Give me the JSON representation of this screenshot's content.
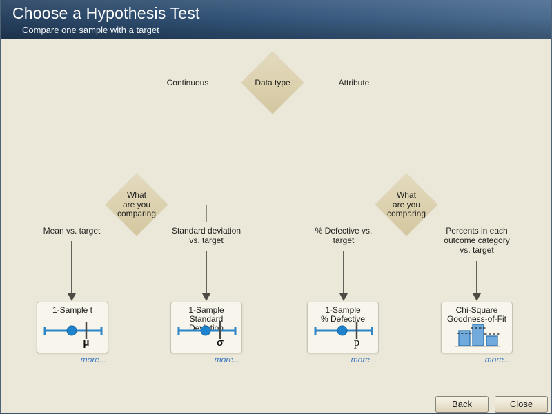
{
  "header": {
    "title": "Choose a Hypothesis Test",
    "subtitle": "Compare one sample with a target"
  },
  "tree": {
    "root_label": "Data type",
    "left_branch_label": "Continuous",
    "right_branch_label": "Attribute",
    "decision_lines": [
      "What",
      "are you",
      "comparing"
    ],
    "leaves": [
      {
        "lines": [
          "Mean vs. target",
          "",
          ""
        ]
      },
      {
        "lines": [
          "Standard deviation",
          "vs. target",
          ""
        ]
      },
      {
        "lines": [
          "% Defective vs.",
          "target",
          ""
        ]
      },
      {
        "lines": [
          "Percents in each",
          "outcome category",
          "vs. target"
        ]
      }
    ]
  },
  "cards": [
    {
      "title_lines": [
        "1-Sample t",
        ""
      ],
      "symbol": "μ",
      "icon": "number-line-dot-target-icon",
      "more_label": "more..."
    },
    {
      "title_lines": [
        "1-Sample",
        "Standard Deviation"
      ],
      "symbol": "σ",
      "icon": "number-line-dot-target-icon",
      "more_label": "more..."
    },
    {
      "title_lines": [
        "1-Sample",
        "% Defective"
      ],
      "symbol": "p",
      "icon": "number-line-dot-target-icon",
      "more_label": "more..."
    },
    {
      "title_lines": [
        "Chi-Square",
        "Goodness-of-Fit"
      ],
      "symbol": "",
      "icon": "bar-chart-target-icon",
      "more_label": "more..."
    }
  ],
  "footer": {
    "back_label": "Back",
    "close_label": "Close"
  },
  "colors": {
    "header_gradient_left": "#233e5d",
    "header_gradient_right": "#48698e",
    "canvas_bg": "#ebe7d9",
    "diamond_fill": "#dcd1ae",
    "connector_gray": "#8e8e84",
    "arrow_gray": "#4c4c45",
    "card_bg": "#f7f5ec",
    "card_border": "#c7c4b7",
    "icon_blue": "#2d85c8",
    "link_blue": "#3a78be"
  }
}
